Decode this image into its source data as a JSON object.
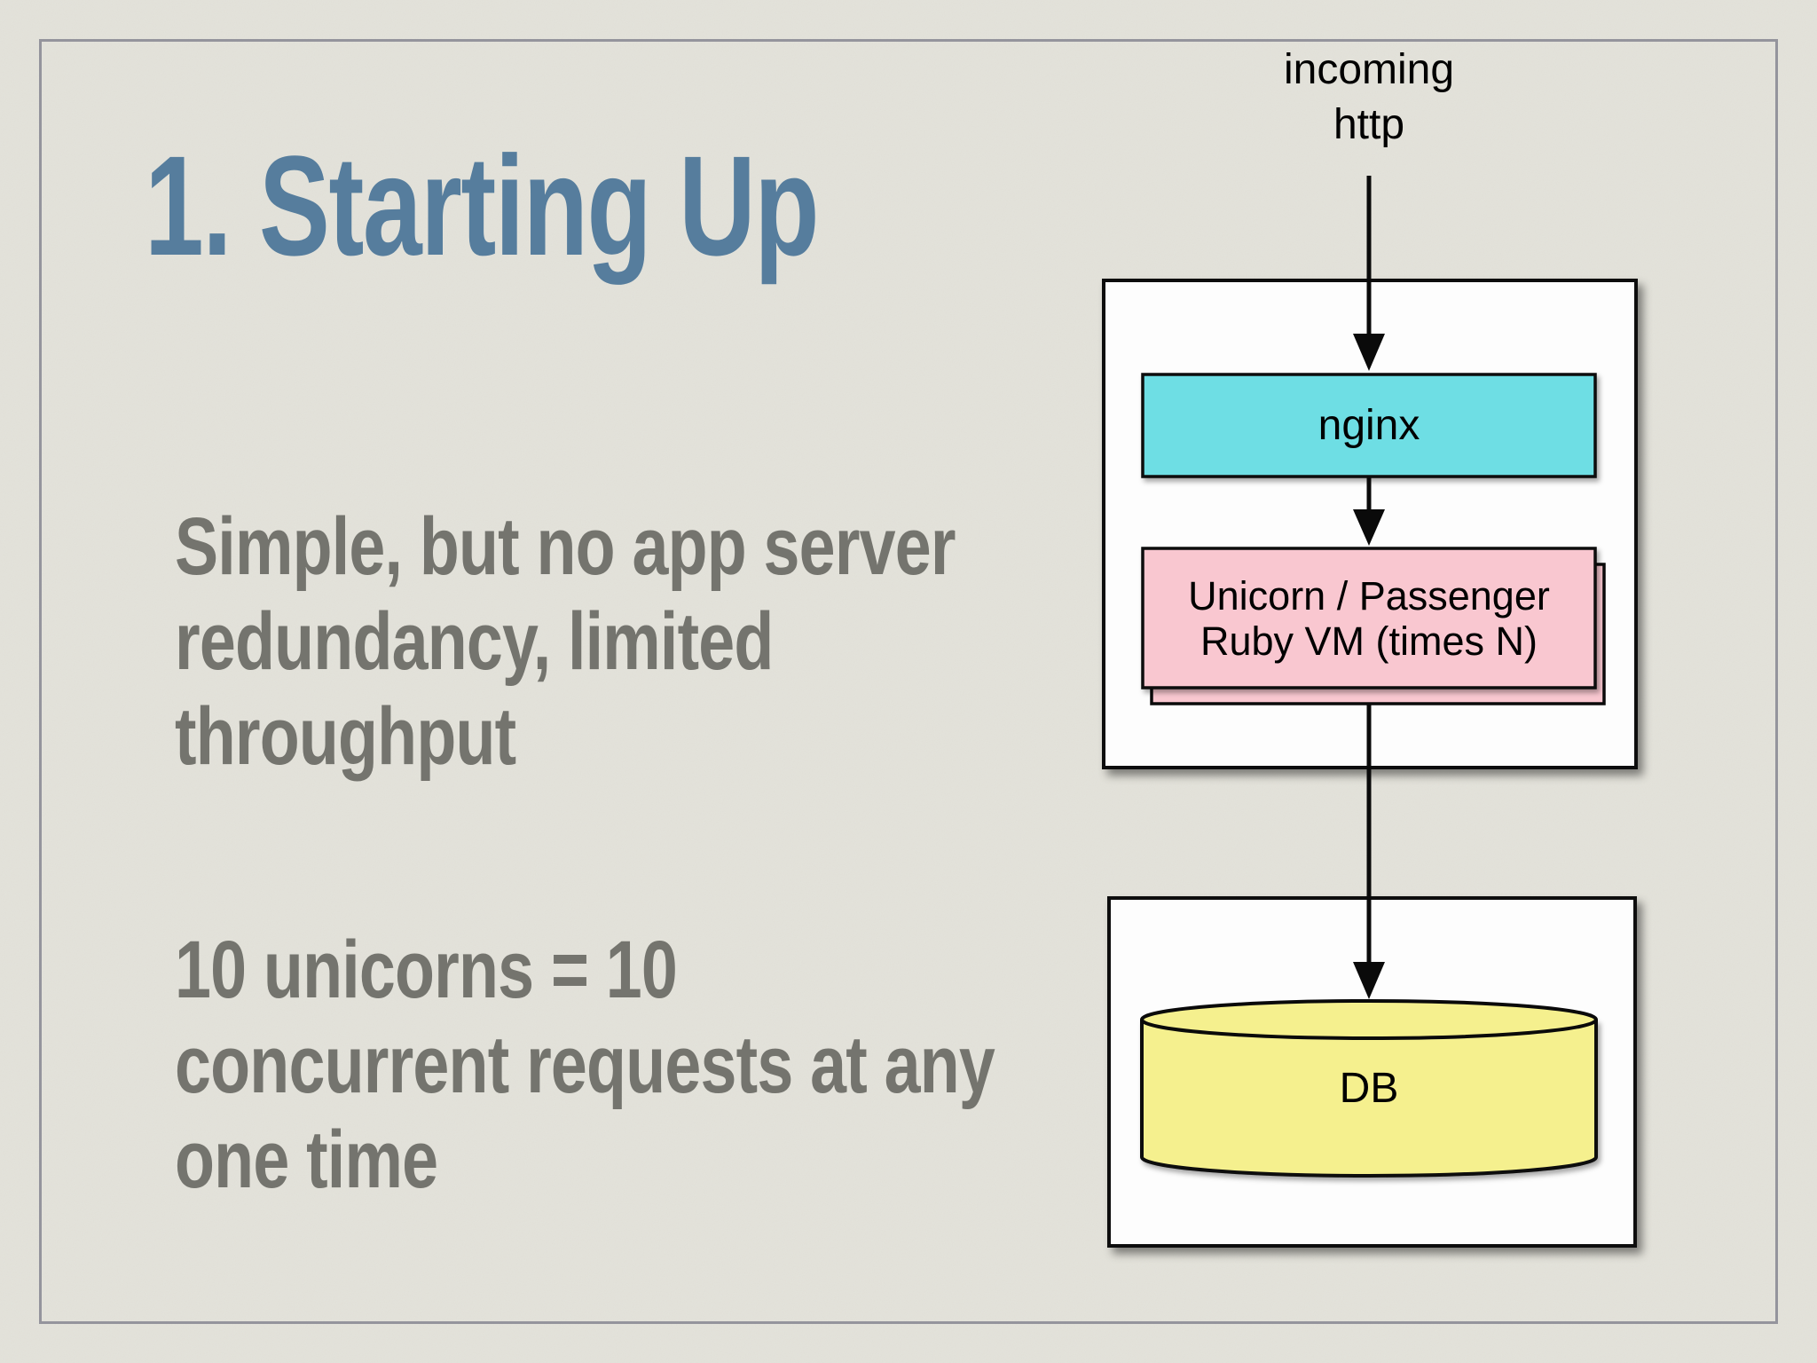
{
  "slide": {
    "title": "1. Starting Up",
    "paragraphs": [
      {
        "lines": [
          "Simple, but no app server",
          "redundancy, limited",
          "throughput"
        ]
      },
      {
        "lines": [
          "10 unicorns = 10",
          "concurrent requests at any",
          "one time"
        ]
      }
    ]
  },
  "diagram": {
    "incoming_label": {
      "line1": "incoming",
      "line2": "http"
    },
    "nginx_node": {
      "label": "nginx"
    },
    "app_node": {
      "line1": "Unicorn / Passenger",
      "line2": "Ruby VM (times N)"
    },
    "db_node": {
      "label": "DB"
    }
  },
  "colors": {
    "background": "#e3e2da",
    "frame_line": "#94949c",
    "title_blue": "#567d9d",
    "body_gray": "#74746e",
    "node_cyan": "#6edee4",
    "node_pink": "#f9c7d0",
    "node_yellow": "#f5f08e",
    "container_white": "#fdfdfd",
    "stroke_black": "#0a0a0a"
  }
}
